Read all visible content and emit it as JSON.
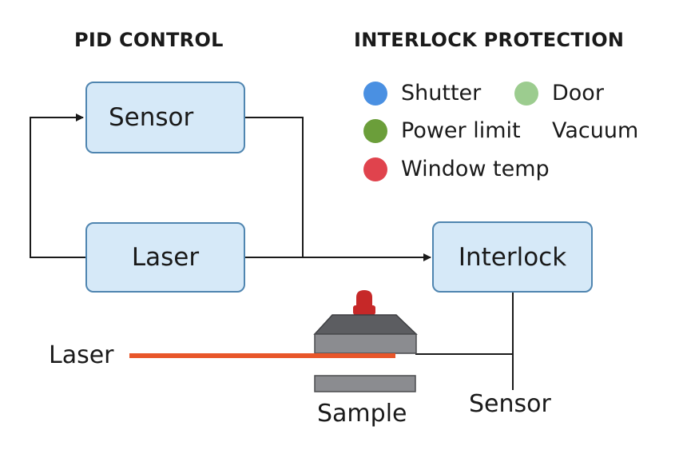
{
  "headings": {
    "pid": "PID CONTROL",
    "interlock": "INTERLOCK PROTECTION"
  },
  "boxes": {
    "sensor": "Sensor",
    "laser": "Laser",
    "interlock": "Interlock"
  },
  "legend": [
    {
      "label": "Shutter",
      "color": "#4a90e2"
    },
    {
      "label": "Door",
      "color": "#9ccc8f"
    },
    {
      "label": "Power limit",
      "color": "#6b9e3a"
    },
    {
      "label": "Vacuum",
      "color": ""
    },
    {
      "label": "Window temp",
      "color": "#e0434d"
    }
  ],
  "labels": {
    "laser": "Laser",
    "sample": "Sample",
    "sensor": "Sensor"
  },
  "colors": {
    "box_fill": "#d6e9f8",
    "box_border": "#4f85b0",
    "beam": "#e8562a",
    "chamber": "#6e6f73",
    "knob": "#c62828"
  }
}
